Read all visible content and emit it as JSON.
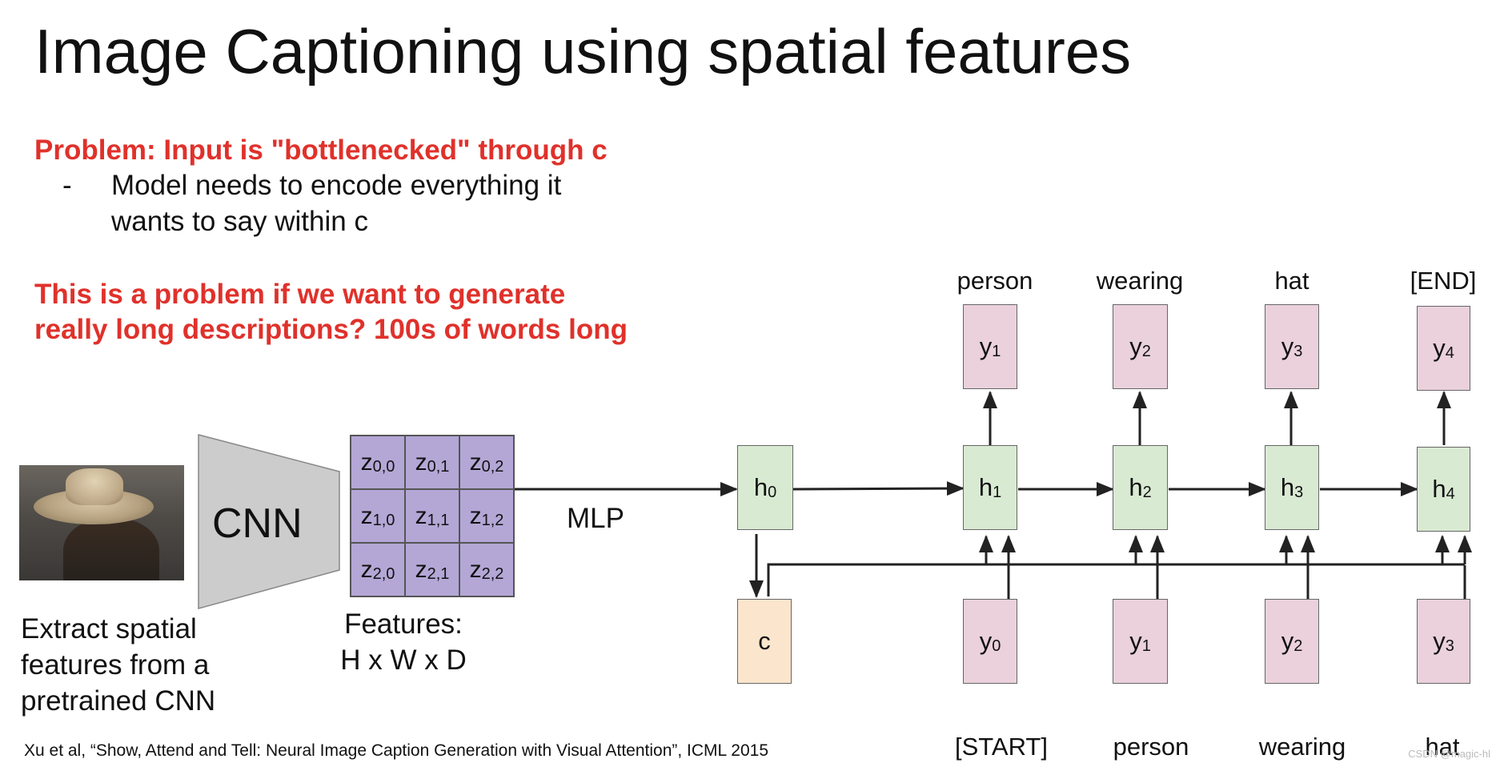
{
  "title": "Image Captioning using spatial features",
  "problem": {
    "heading": "Problem: Input is \"bottlenecked\" through c",
    "bullet_marker": "-",
    "bullet_line1": "Model needs to encode everything it",
    "bullet_line2": "wants to say within c"
  },
  "problem2": {
    "line1": "This is a problem if we want to generate",
    "line2": "really long descriptions? 100s of words long"
  },
  "image_caption": {
    "line1": "Extract spatial",
    "line2": "features from a",
    "line3": "pretrained CNN"
  },
  "cnn_label": "CNN",
  "features_caption": {
    "line1": "Features:",
    "line2": "H x W x D"
  },
  "feature_grid": [
    {
      "base": "z",
      "sub": "0,0"
    },
    {
      "base": "z",
      "sub": "0,1"
    },
    {
      "base": "z",
      "sub": "0,2"
    },
    {
      "base": "z",
      "sub": "1,0"
    },
    {
      "base": "z",
      "sub": "1,1"
    },
    {
      "base": "z",
      "sub": "1,2"
    },
    {
      "base": "z",
      "sub": "2,0"
    },
    {
      "base": "z",
      "sub": "2,1"
    },
    {
      "base": "z",
      "sub": "2,2"
    }
  ],
  "mlp_label": "MLP",
  "h0": {
    "base": "h",
    "sub": "0"
  },
  "context": "c",
  "hidden_states": [
    {
      "base": "h",
      "sub": "1"
    },
    {
      "base": "h",
      "sub": "2"
    },
    {
      "base": "h",
      "sub": "3"
    },
    {
      "base": "h",
      "sub": "4"
    }
  ],
  "outputs": [
    {
      "base": "y",
      "sub": "1"
    },
    {
      "base": "y",
      "sub": "2"
    },
    {
      "base": "y",
      "sub": "3"
    },
    {
      "base": "y",
      "sub": "4"
    }
  ],
  "output_words": [
    "person",
    "wearing",
    "hat",
    "[END]"
  ],
  "inputs": [
    {
      "base": "y",
      "sub": "0"
    },
    {
      "base": "y",
      "sub": "1"
    },
    {
      "base": "y",
      "sub": "2"
    },
    {
      "base": "y",
      "sub": "3"
    }
  ],
  "input_words": [
    "[START]",
    "person",
    "wearing",
    "hat"
  ],
  "citation": "Xu et al, “Show, Attend and Tell: Neural Image Caption Generation with Visual Attention”, ICML 2015",
  "watermark": "CSDN @magic-hl",
  "colors": {
    "title_text": "#111111",
    "highlight_red": "#e0312b",
    "hidden_state_fill": "#d9ead3",
    "word_box_fill": "#ead1dc",
    "context_fill": "#fce5cd",
    "feature_grid_fill": "#b4a7d6",
    "cnn_fill": "#cccccc"
  }
}
